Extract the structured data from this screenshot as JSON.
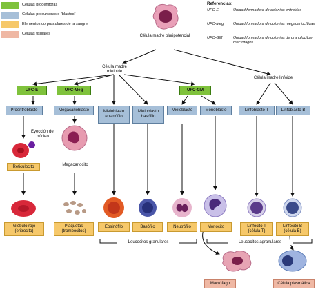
{
  "legend": [
    {
      "label": "Células progenitoras",
      "color": "#7fc23c"
    },
    {
      "label": "Células precursoras o “blastos”",
      "color": "#a6bfd8"
    },
    {
      "label": "Elementos corpusculares de la sangre",
      "color": "#f6c86a"
    },
    {
      "label": "Células tisulares",
      "color": "#efb8a4"
    }
  ],
  "references": {
    "title": "Referencias:",
    "items": [
      {
        "abbr": "UFC-E",
        "desc": "Unidad formadora de colonias eritroides"
      },
      {
        "abbr": "UFC-Meg",
        "desc": "Unidad formadora de colonias megacariocíticas"
      },
      {
        "abbr": "UFC-GM",
        "desc": "Unidad formadora de colonias de granulocitos-macrófagos"
      }
    ]
  },
  "nodes": {
    "pluripotent": "Célula madre pluripotencial",
    "myeloid": "Célula madre mieloide",
    "lymphoid": "Célula madre linfoide"
  },
  "progenitors": {
    "ufc_e": "UFC-E",
    "ufc_meg": "UFC-Meg",
    "ufc_gm": "UFC-GM"
  },
  "blasts": {
    "proeritroblasto": "Proeritroblasto",
    "megacarioblasto": "Megacarioblasto",
    "mieloblasto_eos": "Mieloblasto eosinófilo",
    "mieloblasto_bas": "Mieloblasto basófilo",
    "mieloblasto": "Mieloblasto",
    "monoblasto": "Monoblasto",
    "linfoblasto_t": "Linfoblasto T",
    "linfoblasto_b": "Linfoblasto B"
  },
  "intermediate": {
    "eyeccion": "Eyección del núcleo",
    "reticulocito": "Reticulocito",
    "megacariocito": "Megacariocito"
  },
  "blood": {
    "globulo_rojo": "Glóbulo rojo (eritrocito)",
    "plaquetas": "Plaquetas (trombocitos)",
    "eosinofilo": "Eosinófilo",
    "basofilo": "Basófilo",
    "neutrofilo": "Neutrófilo",
    "monocito": "Monocito",
    "linfocito_t": "Linfocito T (célula T)",
    "linfocito_b": "Linfocito B (célula B)"
  },
  "groups": {
    "granulares": "Leucocitos granulares",
    "agranulares": "Leucocitos agranulares"
  },
  "tissue": {
    "macrofago": "Macrófago",
    "celula_plasmatica": "Célula plasmática"
  }
}
